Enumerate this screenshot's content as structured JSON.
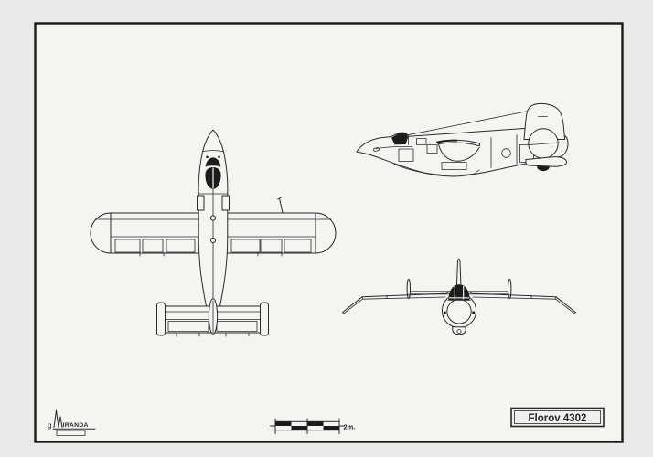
{
  "page": {
    "paper_outer": "#ebeae8",
    "paper_inner": "#f5f4f1",
    "ink": "#262626",
    "frame_color": "#191919"
  },
  "title_block": {
    "label": "Florov 4302"
  },
  "signature": {
    "initial": "g",
    "name": "MIRANDA",
    "rendered_suffix": "IRANDA"
  },
  "scale_bar": {
    "label": "2m.",
    "segments": 8
  }
}
